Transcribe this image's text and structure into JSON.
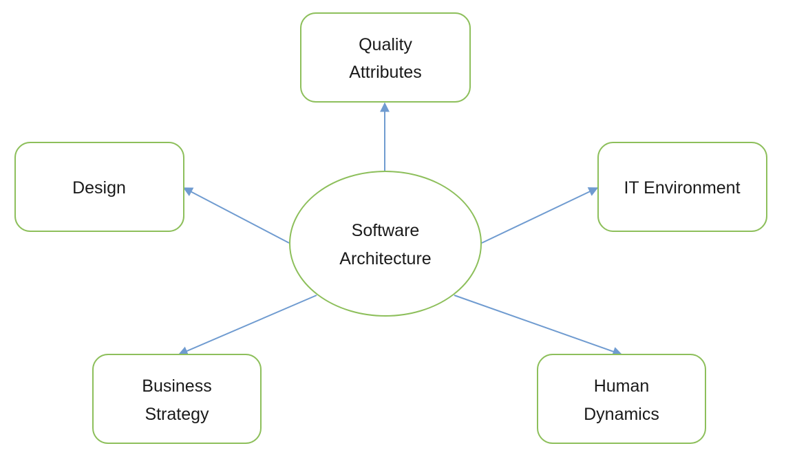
{
  "diagram": {
    "center": {
      "line1": "Software",
      "line2": "Architecture"
    },
    "nodes": {
      "quality": {
        "line1": "Quality",
        "line2": "Attributes"
      },
      "design": {
        "label": "Design"
      },
      "it_env": {
        "label": "IT Environment"
      },
      "business": {
        "line1": "Business",
        "line2": "Strategy"
      },
      "human": {
        "line1": "Human",
        "line2": "Dynamics"
      }
    },
    "colors": {
      "border": "#8dbf5b",
      "arrow": "#6f9bd0",
      "text": "#1a1a1a",
      "background": "#ffffff"
    }
  }
}
